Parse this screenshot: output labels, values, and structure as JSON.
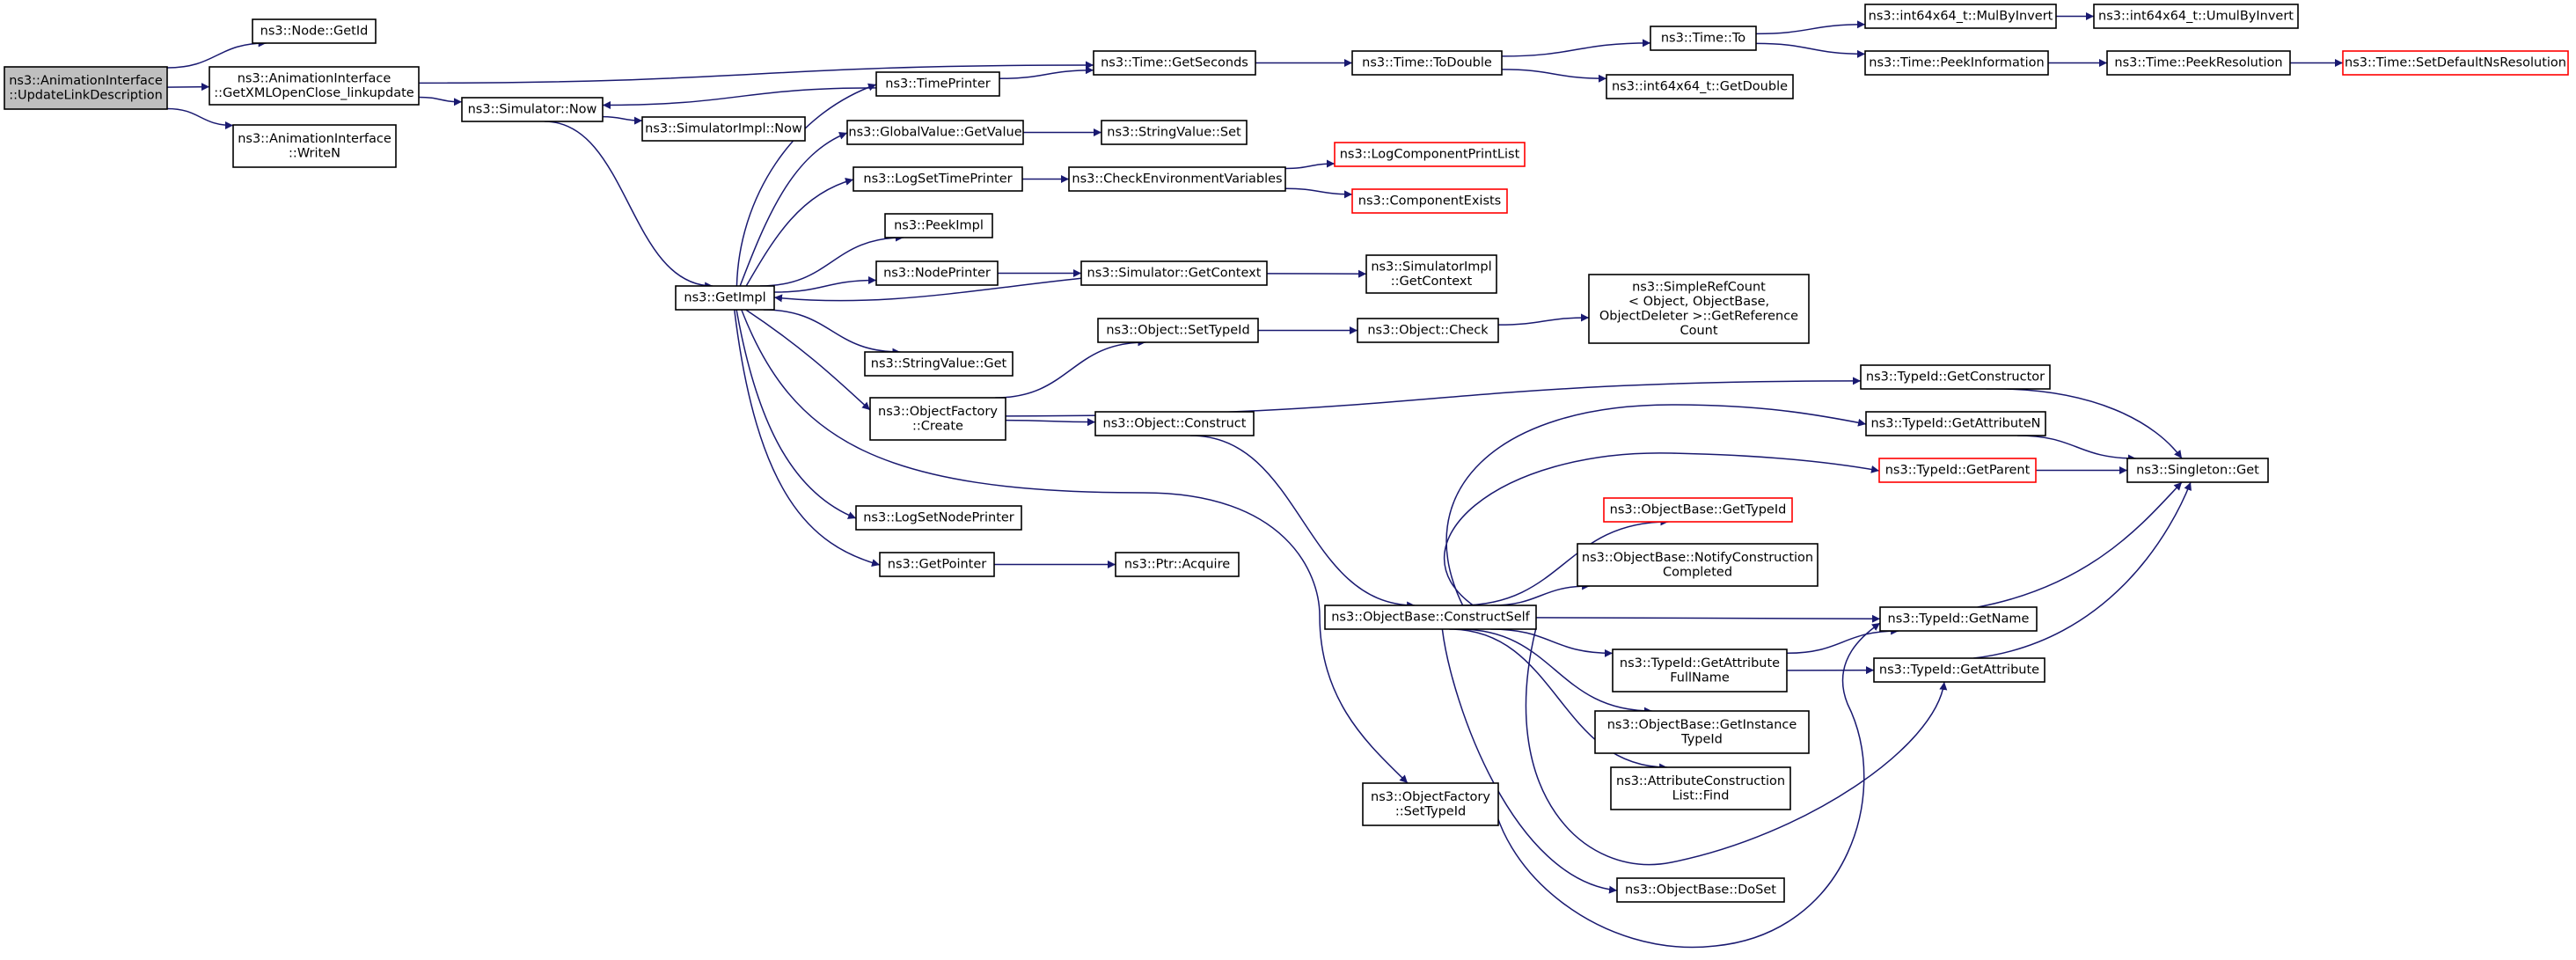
{
  "colors": {
    "edge": "#191970",
    "node_border": "#000000",
    "truncated_border": "#ff0000",
    "root_fill": "#bfbfbf"
  },
  "nodes": [
    {
      "id": "root",
      "lines": [
        "ns3::AnimationInterface",
        "::UpdateLinkDescription"
      ],
      "style": "root"
    },
    {
      "id": "getid",
      "lines": [
        "ns3::Node::GetId"
      ]
    },
    {
      "id": "xmlopen",
      "lines": [
        "ns3::AnimationInterface",
        "::GetXMLOpenClose_linkupdate"
      ]
    },
    {
      "id": "writen",
      "lines": [
        "ns3::AnimationInterface",
        "::WriteN"
      ]
    },
    {
      "id": "simnow",
      "lines": [
        "ns3::Simulator::Now"
      ]
    },
    {
      "id": "simimplnow",
      "lines": [
        "ns3::SimulatorImpl::Now"
      ]
    },
    {
      "id": "timeprinter",
      "lines": [
        "ns3::TimePrinter"
      ]
    },
    {
      "id": "getseconds",
      "lines": [
        "ns3::Time::GetSeconds"
      ]
    },
    {
      "id": "todouble",
      "lines": [
        "ns3::Time::ToDouble"
      ]
    },
    {
      "id": "timeto",
      "lines": [
        "ns3::Time::To"
      ]
    },
    {
      "id": "mulbyinvert",
      "lines": [
        "ns3::int64x64_t::MulByInvert"
      ]
    },
    {
      "id": "umulbyinvert",
      "lines": [
        "ns3::int64x64_t::UmulByInvert"
      ]
    },
    {
      "id": "peekinfo",
      "lines": [
        "ns3::Time::PeekInformation"
      ]
    },
    {
      "id": "peekres",
      "lines": [
        "ns3::Time::PeekResolution"
      ]
    },
    {
      "id": "setdefault",
      "lines": [
        "ns3::Time::SetDefaultNsResolution"
      ],
      "style": "red"
    },
    {
      "id": "getdouble",
      "lines": [
        "ns3::int64x64_t::GetDouble"
      ]
    },
    {
      "id": "gvgetvalue",
      "lines": [
        "ns3::GlobalValue::GetValue"
      ]
    },
    {
      "id": "svset",
      "lines": [
        "ns3::StringValue::Set"
      ]
    },
    {
      "id": "logsettime",
      "lines": [
        "ns3::LogSetTimePrinter"
      ]
    },
    {
      "id": "checkenv",
      "lines": [
        "ns3::CheckEnvironmentVariables"
      ]
    },
    {
      "id": "logcomp",
      "lines": [
        "ns3::LogComponentPrintList"
      ],
      "style": "red"
    },
    {
      "id": "compexists",
      "lines": [
        "ns3::ComponentExists"
      ],
      "style": "red"
    },
    {
      "id": "peekimpl",
      "lines": [
        "ns3::PeekImpl"
      ]
    },
    {
      "id": "nodeprinter",
      "lines": [
        "ns3::NodePrinter"
      ]
    },
    {
      "id": "simgetctx",
      "lines": [
        "ns3::Simulator::GetContext"
      ]
    },
    {
      "id": "simimplctx",
      "lines": [
        "ns3::SimulatorImpl",
        "::GetContext"
      ]
    },
    {
      "id": "getimpl",
      "lines": [
        "ns3::GetImpl"
      ]
    },
    {
      "id": "svget",
      "lines": [
        "ns3::StringValue::Get"
      ]
    },
    {
      "id": "ofcreate",
      "lines": [
        "ns3::ObjectFactory",
        "::Create"
      ]
    },
    {
      "id": "settypeid",
      "lines": [
        "ns3::Object::SetTypeId"
      ]
    },
    {
      "id": "objcheck",
      "lines": [
        "ns3::Object::Check"
      ]
    },
    {
      "id": "simplerefcount",
      "lines": [
        "ns3::SimpleRefCount",
        "< Object, ObjectBase,",
        "ObjectDeleter >::GetReference",
        "Count"
      ]
    },
    {
      "id": "getconstructor",
      "lines": [
        "ns3::TypeId::GetConstructor"
      ]
    },
    {
      "id": "objconstruct",
      "lines": [
        "ns3::Object::Construct"
      ]
    },
    {
      "id": "getattributen",
      "lines": [
        "ns3::TypeId::GetAttributeN"
      ]
    },
    {
      "id": "getparent",
      "lines": [
        "ns3::TypeId::GetParent"
      ],
      "style": "red"
    },
    {
      "id": "singleton",
      "lines": [
        "ns3::Singleton::Get"
      ]
    },
    {
      "id": "logsetnode",
      "lines": [
        "ns3::LogSetNodePrinter"
      ]
    },
    {
      "id": "obgettypeid",
      "lines": [
        "ns3::ObjectBase::GetTypeId"
      ],
      "style": "red"
    },
    {
      "id": "notifyconstr",
      "lines": [
        "ns3::ObjectBase::NotifyConstruction",
        "Completed"
      ]
    },
    {
      "id": "getpointer",
      "lines": [
        "ns3::GetPointer"
      ]
    },
    {
      "id": "ptracquire",
      "lines": [
        "ns3::Ptr::Acquire"
      ]
    },
    {
      "id": "constructself",
      "lines": [
        "ns3::ObjectBase::ConstructSelf"
      ]
    },
    {
      "id": "getname",
      "lines": [
        "ns3::TypeId::GetName"
      ]
    },
    {
      "id": "getattrfull",
      "lines": [
        "ns3::TypeId::GetAttribute",
        "FullName"
      ]
    },
    {
      "id": "getattribute",
      "lines": [
        "ns3::TypeId::GetAttribute"
      ]
    },
    {
      "id": "getinstance",
      "lines": [
        "ns3::ObjectBase::GetInstance",
        "TypeId"
      ]
    },
    {
      "id": "attrfind",
      "lines": [
        "ns3::AttributeConstruction",
        "List::Find"
      ]
    },
    {
      "id": "ofsettypeid",
      "lines": [
        "ns3::ObjectFactory",
        "::SetTypeId"
      ]
    },
    {
      "id": "doset",
      "lines": [
        "ns3::ObjectBase::DoSet"
      ]
    }
  ],
  "edges": [
    [
      "root",
      "getid"
    ],
    [
      "root",
      "xmlopen"
    ],
    [
      "root",
      "writen"
    ],
    [
      "xmlopen",
      "getseconds"
    ],
    [
      "xmlopen",
      "simnow"
    ],
    [
      "simnow",
      "simimplnow"
    ],
    [
      "simnow",
      "getimpl"
    ],
    [
      "timeprinter",
      "simnow"
    ],
    [
      "timeprinter",
      "getseconds"
    ],
    [
      "getseconds",
      "todouble"
    ],
    [
      "todouble",
      "timeto"
    ],
    [
      "todouble",
      "getdouble"
    ],
    [
      "timeto",
      "mulbyinvert"
    ],
    [
      "timeto",
      "peekinfo"
    ],
    [
      "mulbyinvert",
      "umulbyinvert"
    ],
    [
      "peekinfo",
      "peekres"
    ],
    [
      "peekres",
      "setdefault"
    ],
    [
      "gvgetvalue",
      "svset"
    ],
    [
      "logsettime",
      "checkenv"
    ],
    [
      "checkenv",
      "logcomp"
    ],
    [
      "checkenv",
      "compexists"
    ],
    [
      "nodeprinter",
      "simgetctx"
    ],
    [
      "simgetctx",
      "simimplctx"
    ],
    [
      "simgetctx",
      "getimpl"
    ],
    [
      "getimpl",
      "timeprinter"
    ],
    [
      "getimpl",
      "gvgetvalue"
    ],
    [
      "getimpl",
      "logsettime"
    ],
    [
      "getimpl",
      "peekimpl"
    ],
    [
      "getimpl",
      "nodeprinter"
    ],
    [
      "getimpl",
      "svget"
    ],
    [
      "getimpl",
      "ofcreate"
    ],
    [
      "getimpl",
      "logsetnode"
    ],
    [
      "getimpl",
      "getpointer"
    ],
    [
      "getimpl",
      "ofsettypeid"
    ],
    [
      "ofcreate",
      "settypeid"
    ],
    [
      "ofcreate",
      "getconstructor"
    ],
    [
      "ofcreate",
      "objconstruct"
    ],
    [
      "settypeid",
      "objcheck"
    ],
    [
      "objcheck",
      "simplerefcount"
    ],
    [
      "getconstructor",
      "singleton"
    ],
    [
      "getattributen",
      "singleton"
    ],
    [
      "getparent",
      "singleton"
    ],
    [
      "getname",
      "singleton"
    ],
    [
      "getattribute",
      "singleton"
    ],
    [
      "objconstruct",
      "constructself"
    ],
    [
      "constructself",
      "getattributen"
    ],
    [
      "constructself",
      "getparent"
    ],
    [
      "constructself",
      "obgettypeid"
    ],
    [
      "constructself",
      "notifyconstr"
    ],
    [
      "constructself",
      "getname"
    ],
    [
      "constructself",
      "getattrfull"
    ],
    [
      "constructself",
      "getattribute"
    ],
    [
      "constructself",
      "getinstance"
    ],
    [
      "constructself",
      "attrfind"
    ],
    [
      "constructself",
      "doset"
    ],
    [
      "getattrfull",
      "getname"
    ],
    [
      "getattrfull",
      "getattribute"
    ],
    [
      "getpointer",
      "ptracquire"
    ],
    [
      "ofsettypeid",
      "getname"
    ]
  ]
}
